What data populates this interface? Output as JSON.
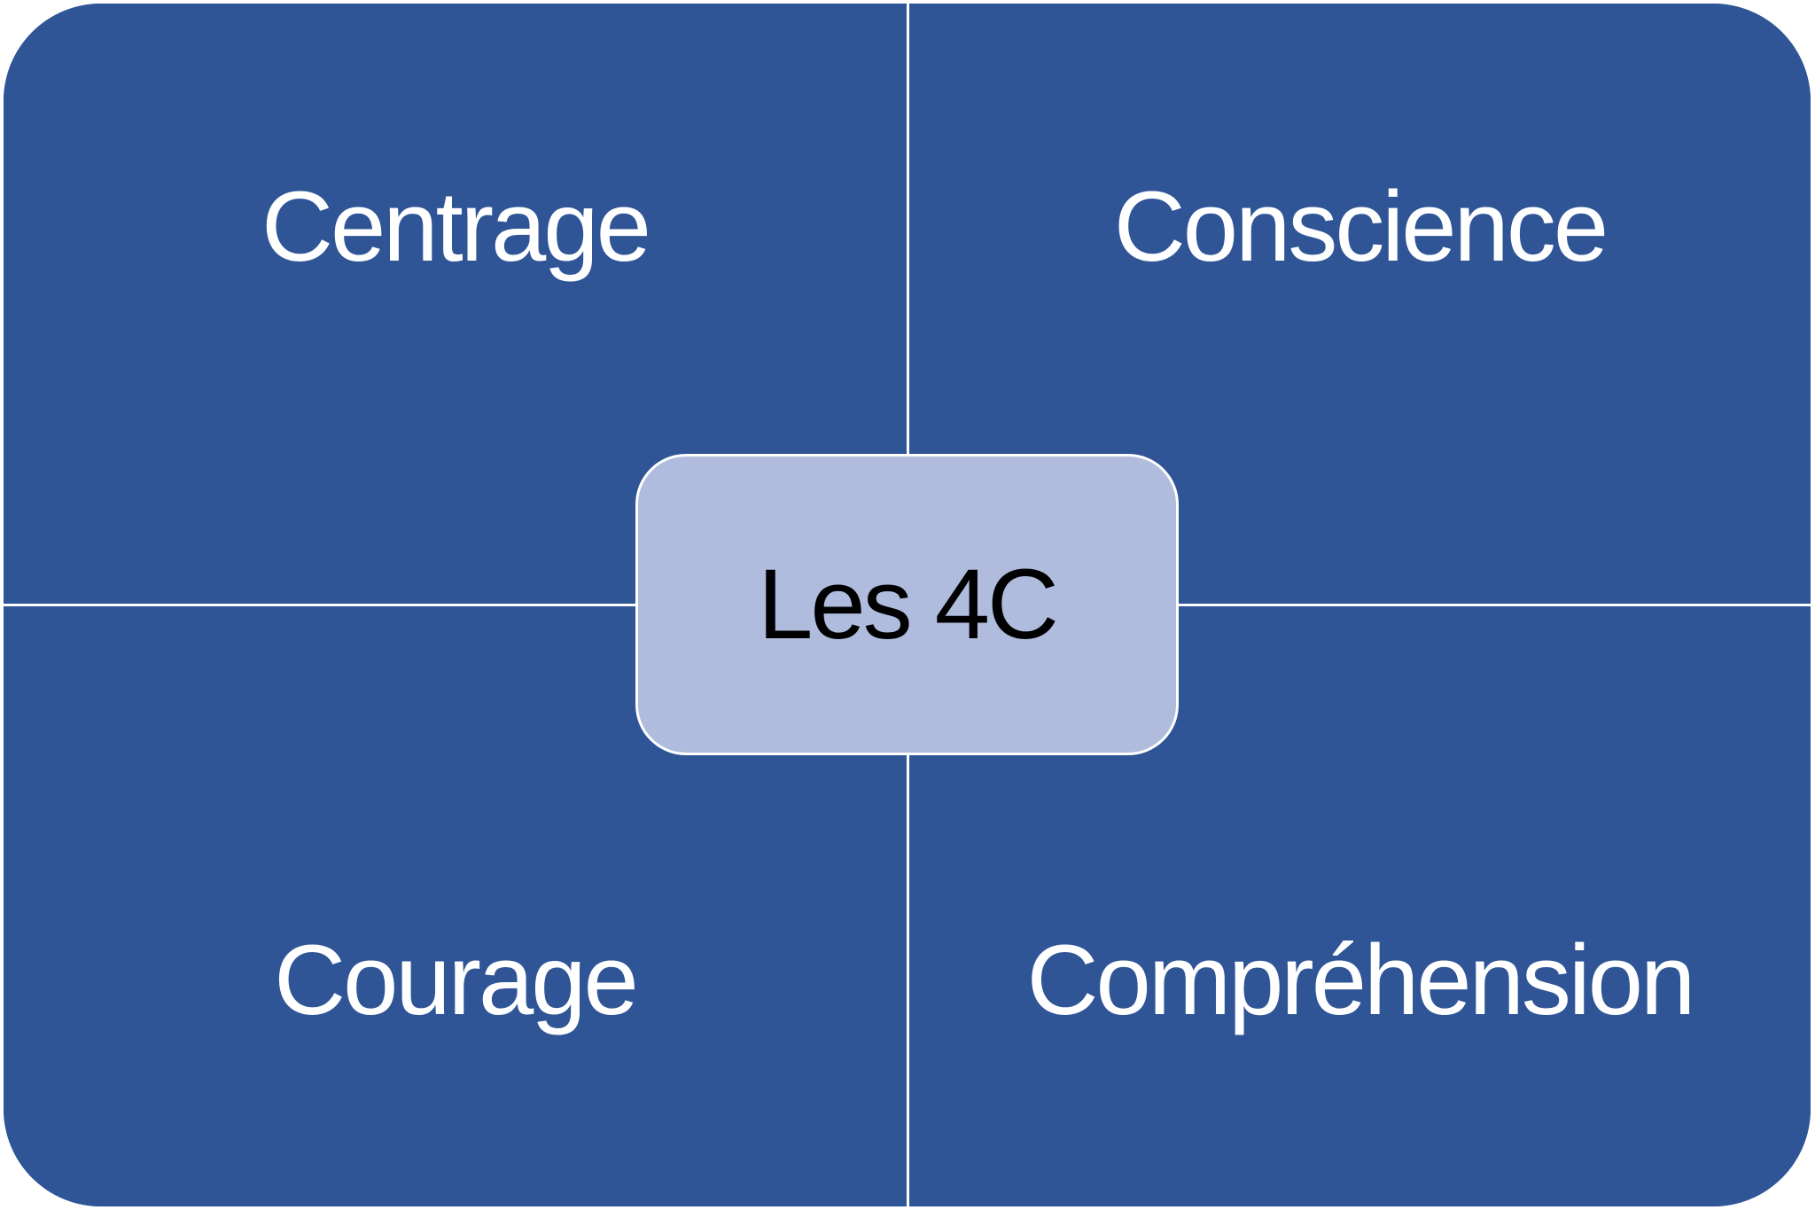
{
  "diagram": {
    "center": {
      "label": "Les 4C"
    },
    "quadrants": [
      {
        "position": "top-left",
        "label": "Centrage"
      },
      {
        "position": "top-right",
        "label": "Conscience"
      },
      {
        "position": "bottom-left",
        "label": "Courage"
      },
      {
        "position": "bottom-right",
        "label": "Compréhension"
      }
    ],
    "colors": {
      "quadrant_fill": "#2F5597",
      "center_fill": "#AFBCDE",
      "divider": "#FFFFFF",
      "quadrant_text": "#FFFFFF",
      "center_text": "#000000"
    }
  }
}
